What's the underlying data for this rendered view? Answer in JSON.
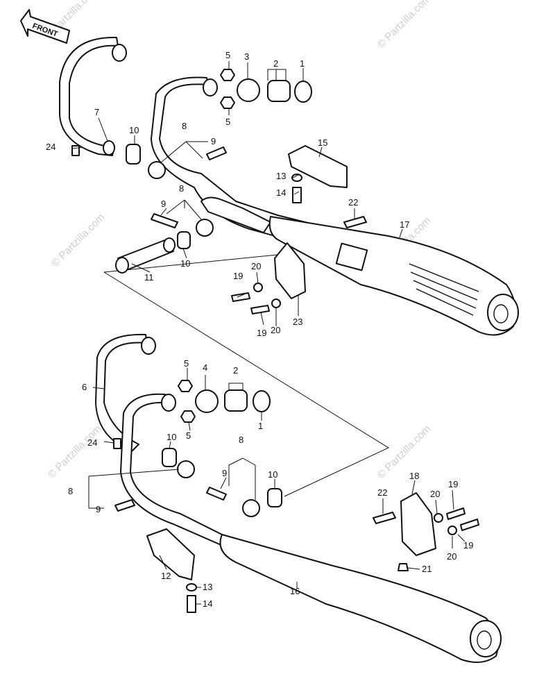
{
  "front_label": "FRONT",
  "watermark": "© Partzilla.com",
  "callouts": {
    "upper": [
      "5",
      "3",
      "2",
      "1",
      "7",
      "10",
      "8",
      "9",
      "24",
      "15",
      "13",
      "14",
      "22",
      "17",
      "8",
      "9",
      "10",
      "11",
      "20",
      "19",
      "23",
      "19",
      "20",
      "5"
    ],
    "lower": [
      "5",
      "4",
      "2",
      "1",
      "6",
      "10",
      "24",
      "5",
      "8",
      "9",
      "10",
      "8",
      "9",
      "18",
      "22",
      "20",
      "19",
      "19",
      "20",
      "21",
      "12",
      "13",
      "14",
      "16"
    ]
  }
}
